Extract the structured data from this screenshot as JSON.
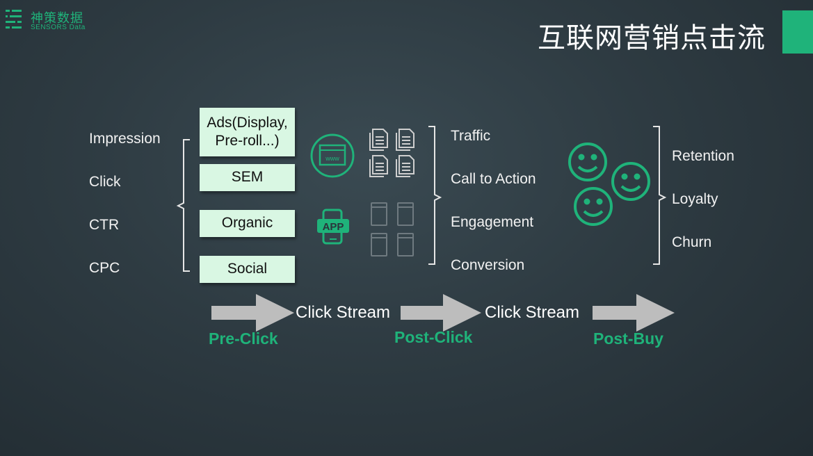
{
  "logo": {
    "cn": "神策数据",
    "en": "SENSORS Data"
  },
  "title": "互联网营销点击流",
  "metrics": [
    "Impression",
    "Click",
    "CTR",
    "CPC"
  ],
  "channels": [
    "Ads(Display,\nPre-roll...)",
    "SEM",
    "Organic",
    "Social"
  ],
  "icons": {
    "web": "www",
    "app": "APP"
  },
  "post_click_items": [
    "Traffic",
    "Call to Action",
    "Engagement",
    "Conversion"
  ],
  "post_buy_items": [
    "Retention",
    "Loyalty",
    "Churn"
  ],
  "stream_labels": [
    "Click Stream",
    "Click Stream"
  ],
  "phases": [
    "Pre-Click",
    "Post-Click",
    "Post-Buy"
  ],
  "colors": {
    "accent": "#1fb37a",
    "box": "#d9f7e3",
    "arrow": "#bdbdbd"
  }
}
